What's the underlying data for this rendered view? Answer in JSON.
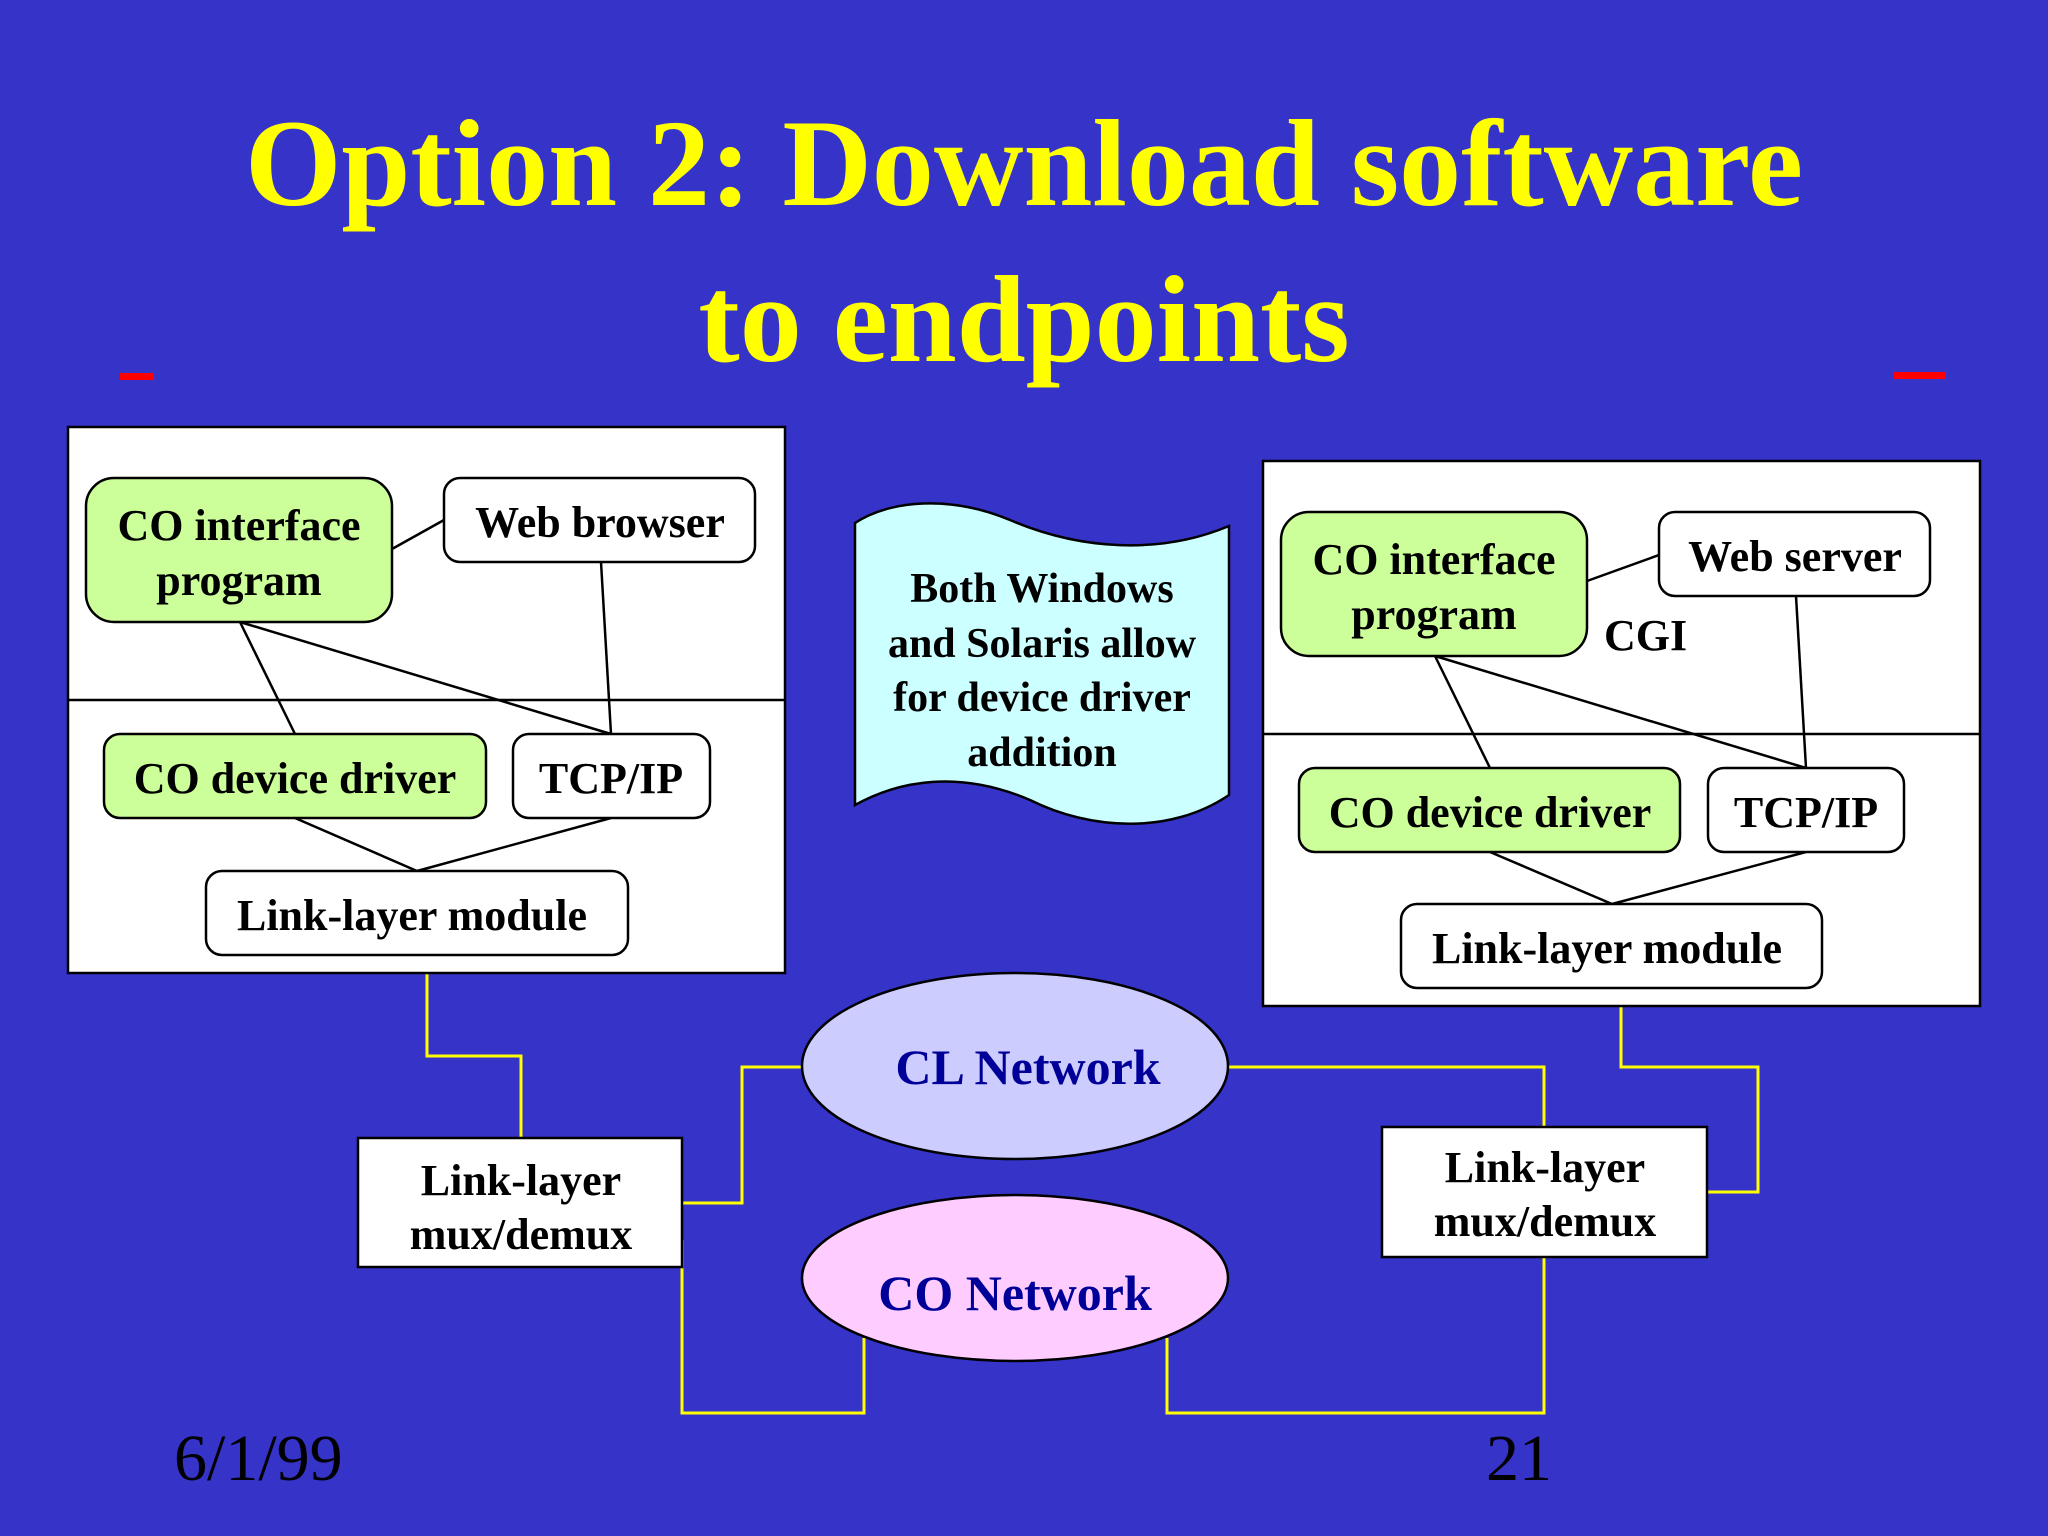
{
  "slide": {
    "title_line1": "Option 2: Download software",
    "title_line2": "to endpoints",
    "footer_date": "6/1/99",
    "page_number": "21"
  },
  "colors": {
    "background": "#3533c8",
    "title": "#ffff00",
    "accent_dash": "#ff0000",
    "co_component_fill": "#ccff99",
    "standard_component_fill": "#ffffff",
    "note_fill": "#ccffff",
    "cl_network_fill": "#ccccff",
    "co_network_fill": "#ffccff",
    "network_label": "#000099",
    "link_lines": "#ffff00"
  },
  "left_endpoint": {
    "co_interface_line1": "CO interface",
    "co_interface_line2": "program",
    "app_label": "Web browser",
    "co_driver_label": "CO device driver",
    "tcpip_label": "TCP/IP",
    "link_module_label": "Link-layer module"
  },
  "right_endpoint": {
    "co_interface_line1": "CO interface",
    "co_interface_line2": "program",
    "app_label": "Web server",
    "interface_annotation": "CGI",
    "co_driver_label": "CO device driver",
    "tcpip_label": "TCP/IP",
    "link_module_label": "Link-layer module"
  },
  "note": {
    "lines": [
      "Both Windows",
      "and Solaris allow",
      "for device driver",
      "addition"
    ]
  },
  "networks": {
    "cl_label": "CL Network",
    "co_label": "CO Network"
  },
  "mux_left": {
    "line1": "Link-layer",
    "line2": "mux/demux"
  },
  "mux_right": {
    "line1": "Link-layer",
    "line2": "mux/demux"
  }
}
